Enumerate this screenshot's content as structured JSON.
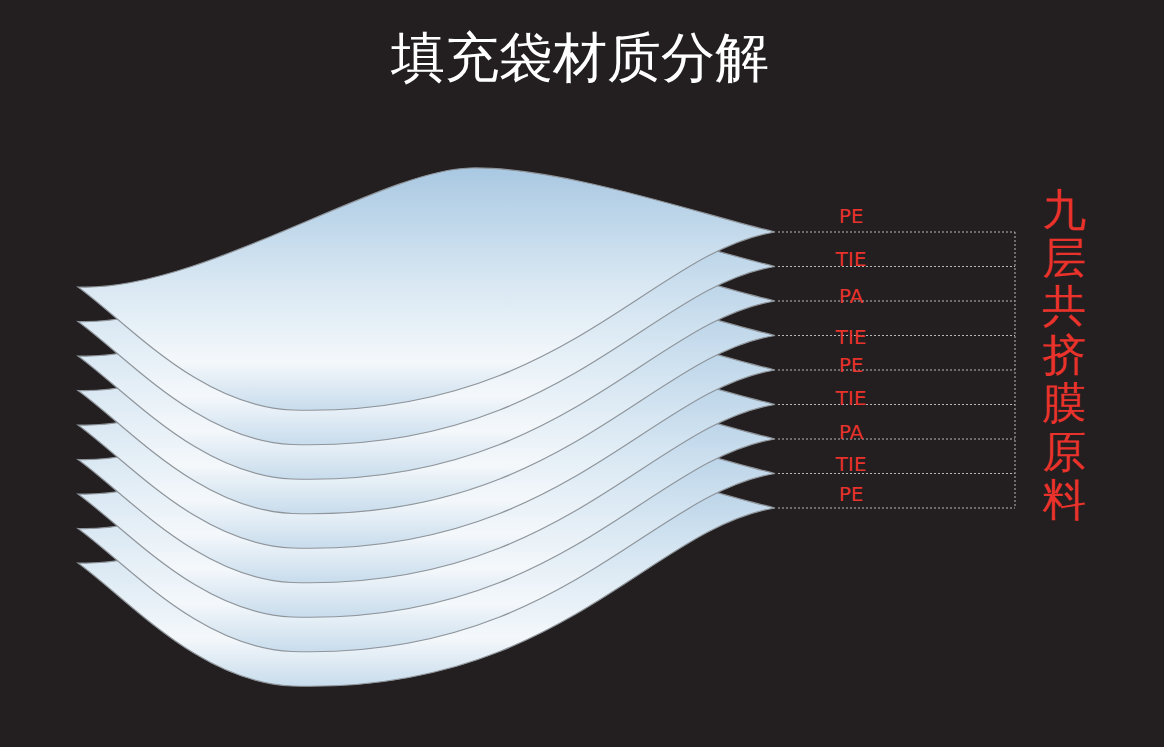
{
  "diagram": {
    "title": "填充袋材质分解",
    "labels": [
      "PE",
      "TIE",
      "PA",
      "TIE",
      "PE",
      "TIE",
      "PA",
      "TIE",
      "PE",
      "九层共挤膜原料"
    ]
  }
}
